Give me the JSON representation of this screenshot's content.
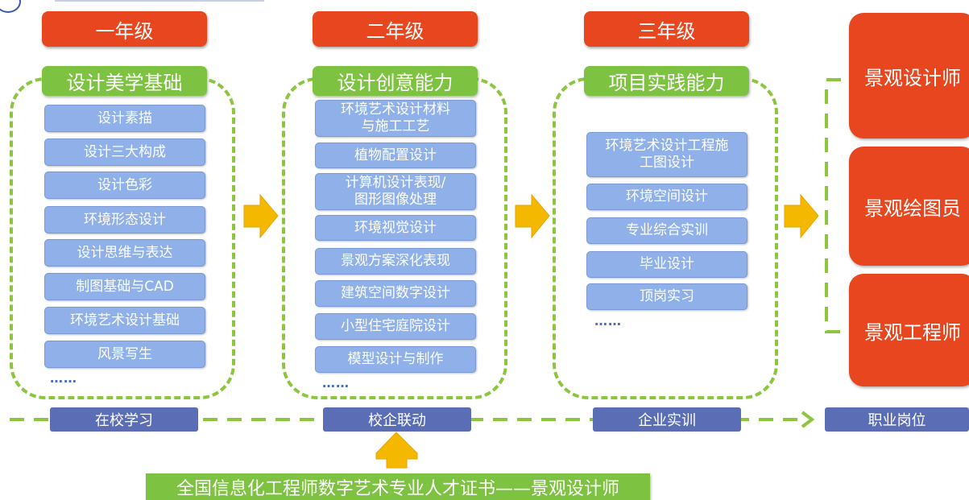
{
  "grades": {
    "g1": "一年级",
    "g2": "二年级",
    "g3": "三年级"
  },
  "categories": {
    "c1": "设计美学基础",
    "c2": "设计创意能力",
    "c3": "项目实践能力"
  },
  "courses": {
    "year1": [
      "设计素描",
      "设计三大构成",
      "设计色彩",
      "环境形态设计",
      "设计思维与表达",
      "制图基础与CAD",
      "环境艺术设计基础",
      "风景写生"
    ],
    "year2": [
      "环境艺术设计材料\n与施工工艺",
      "植物配置设计",
      "计算机设计表现/\n图形图像处理",
      "环境视觉设计",
      "景观方案深化表现",
      "建筑空间数字设计",
      "小型住宅庭院设计",
      "模型设计与制作"
    ],
    "year3": [
      "环境艺术设计工程施\n工图设计",
      "环境空间设计",
      "专业综合实训",
      "毕业设计",
      "顶岗实习"
    ]
  },
  "ellipsis": "……",
  "jobs": {
    "j1": "景观设计师",
    "j2": "景观绘图员",
    "j3": "景观工程师"
  },
  "stages": {
    "s1": "在校学习",
    "s2": "校企联动",
    "s3": "企业实训",
    "s4": "职业岗位"
  },
  "certificate": "全国信息化工程师数字艺术专业人才证书——景观设计师",
  "colors": {
    "grade_red": "#e8461e",
    "category_green": "#7dc241",
    "course_blue": "#8fb0e8",
    "stage_navy": "#5b6eb5",
    "arrow_orange": "#f5b800",
    "dash_green": "#8cc63f"
  }
}
